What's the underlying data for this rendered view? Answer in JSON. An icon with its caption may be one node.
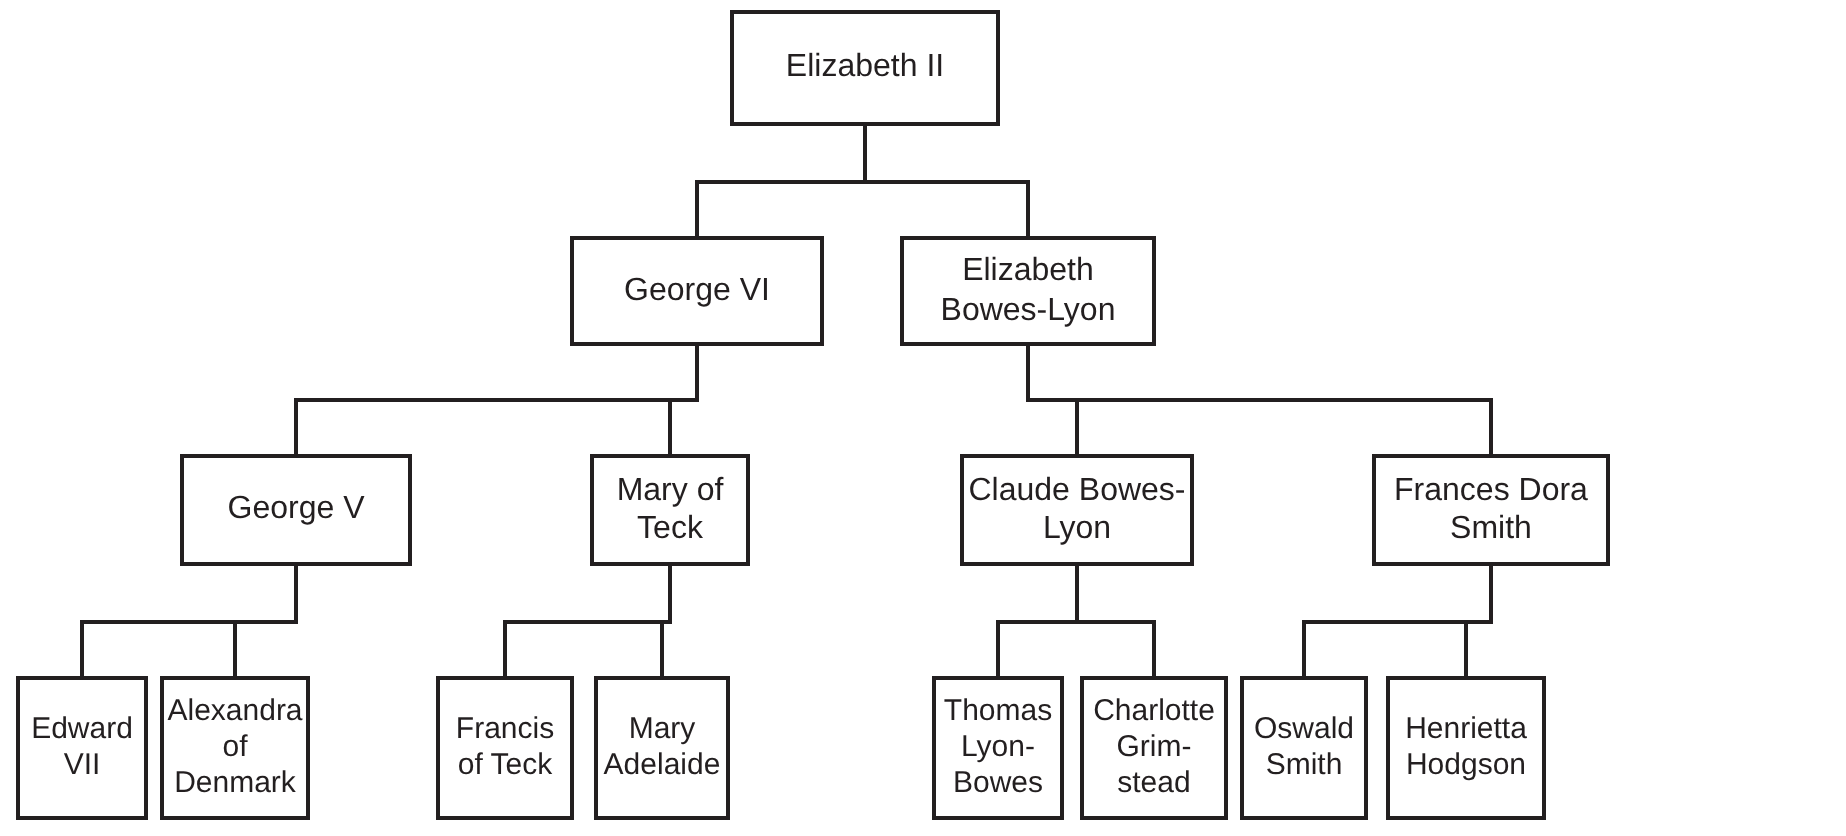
{
  "diagram": {
    "nodes": [
      {
        "text": [
          "Elizabeth II"
        ]
      },
      {
        "text": [
          "George VI"
        ]
      },
      {
        "text": [
          "Elizabeth Bowes-Lyon"
        ]
      },
      {
        "text": [
          "George V"
        ]
      },
      {
        "text": [
          "Mary of Teck"
        ]
      },
      {
        "text": [
          "Claude Bowes-Lyon"
        ]
      },
      {
        "text": [
          "Frances Dora Smith"
        ]
      },
      {
        "text": [
          "Edward VII"
        ]
      },
      {
        "text": [
          "Alexandra of Denmark"
        ]
      },
      {
        "text": [
          "Francis of Teck"
        ]
      },
      {
        "text": [
          "Mary Adelaide"
        ]
      },
      {
        "text": [
          "Thomas Lyon-Bowes"
        ]
      },
      {
        "text": [
          "Charlotte Grim-stead"
        ]
      },
      {
        "text": [
          "Oswald Smith"
        ]
      },
      {
        "text": [
          "Henrietta Hodgson"
        ]
      }
    ],
    "edges": [
      {
        "from": 0,
        "to": 1,
        "arrow": "none"
      },
      {
        "from": 0,
        "to": 2,
        "arrow": "none"
      },
      {
        "from": 1,
        "to": 3,
        "arrow": "none"
      },
      {
        "from": 1,
        "to": 4,
        "arrow": "none"
      },
      {
        "from": 2,
        "to": 5,
        "arrow": "none"
      },
      {
        "from": 2,
        "to": 6,
        "arrow": "none"
      },
      {
        "from": 3,
        "to": 7,
        "arrow": "none"
      },
      {
        "from": 3,
        "to": 8,
        "arrow": "none"
      },
      {
        "from": 4,
        "to": 9,
        "arrow": "none"
      },
      {
        "from": 4,
        "to": 10,
        "arrow": "none"
      },
      {
        "from": 5,
        "to": 11,
        "arrow": "none"
      },
      {
        "from": 5,
        "to": 12,
        "arrow": "none"
      },
      {
        "from": 6,
        "to": 13,
        "arrow": "none"
      },
      {
        "from": 6,
        "to": 14,
        "arrow": "none"
      }
    ]
  }
}
